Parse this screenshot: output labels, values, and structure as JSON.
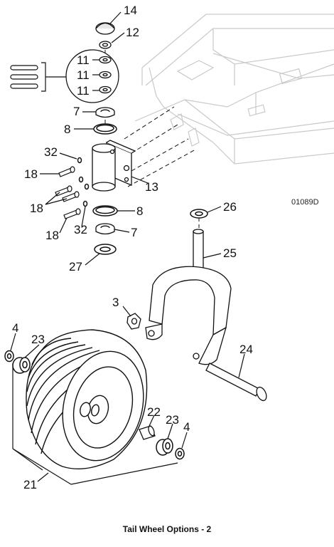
{
  "drawing_code": "01089D",
  "caption": "Tail Wheel Options - 2",
  "callouts": {
    "c14": "14",
    "c12": "12",
    "c11a": "11",
    "c11b": "11",
    "c11c": "11",
    "c7a": "7",
    "c8a": "8",
    "c32a": "32",
    "c18a": "18",
    "c13": "13",
    "c18b": "18",
    "c8b": "8",
    "c18c": "18",
    "c32b": "32",
    "c7b": "7",
    "c27": "27",
    "c26": "26",
    "c25": "25",
    "c3": "3",
    "c24": "24",
    "c4a": "4",
    "c23a": "23",
    "c22": "22",
    "c23b": "23",
    "c4b": "4",
    "c21": "21"
  },
  "colors": {
    "line": "#111111",
    "frame": "#c9c9c9",
    "leader": "#111111"
  }
}
